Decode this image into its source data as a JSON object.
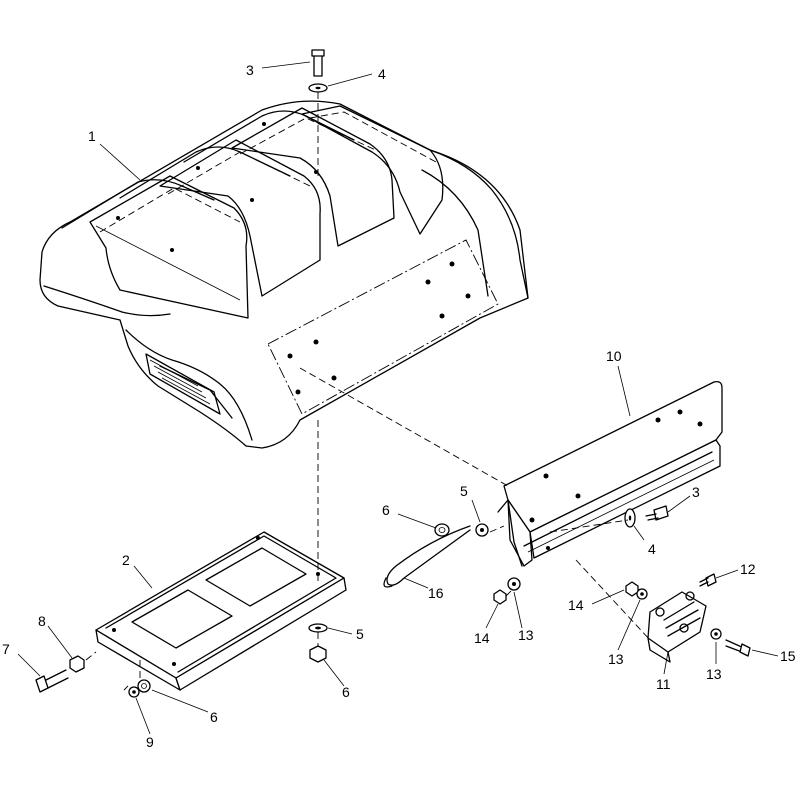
{
  "diagram": {
    "callouts": [
      {
        "id": "c1",
        "label": "1"
      },
      {
        "id": "c2",
        "label": "2"
      },
      {
        "id": "c3a",
        "label": "3"
      },
      {
        "id": "c3b",
        "label": "3"
      },
      {
        "id": "c4a",
        "label": "4"
      },
      {
        "id": "c4b",
        "label": "4"
      },
      {
        "id": "c5a",
        "label": "5"
      },
      {
        "id": "c5b",
        "label": "5"
      },
      {
        "id": "c6a",
        "label": "6"
      },
      {
        "id": "c6b",
        "label": "6"
      },
      {
        "id": "c6c",
        "label": "6"
      },
      {
        "id": "c7",
        "label": "7"
      },
      {
        "id": "c8",
        "label": "8"
      },
      {
        "id": "c9",
        "label": "9"
      },
      {
        "id": "c10",
        "label": "10"
      },
      {
        "id": "c11",
        "label": "11"
      },
      {
        "id": "c12",
        "label": "12"
      },
      {
        "id": "c13a",
        "label": "13"
      },
      {
        "id": "c13b",
        "label": "13"
      },
      {
        "id": "c13c",
        "label": "13"
      },
      {
        "id": "c14a",
        "label": "14"
      },
      {
        "id": "c14b",
        "label": "14"
      },
      {
        "id": "c15",
        "label": "15"
      },
      {
        "id": "c16",
        "label": "16"
      }
    ]
  }
}
